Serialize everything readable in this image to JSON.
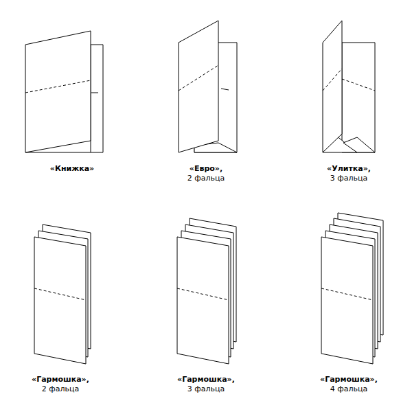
{
  "diagram": {
    "labels": [
      "«Книжка»",
      "«Евро»,",
      "2 фальца",
      "«Улитка»,",
      "3 фальца",
      "«Гармошка»,",
      "2 фальца",
      "«Гармошка»,",
      "3 фальца",
      "«Гармошка»,",
      "4 фальца"
    ]
  }
}
